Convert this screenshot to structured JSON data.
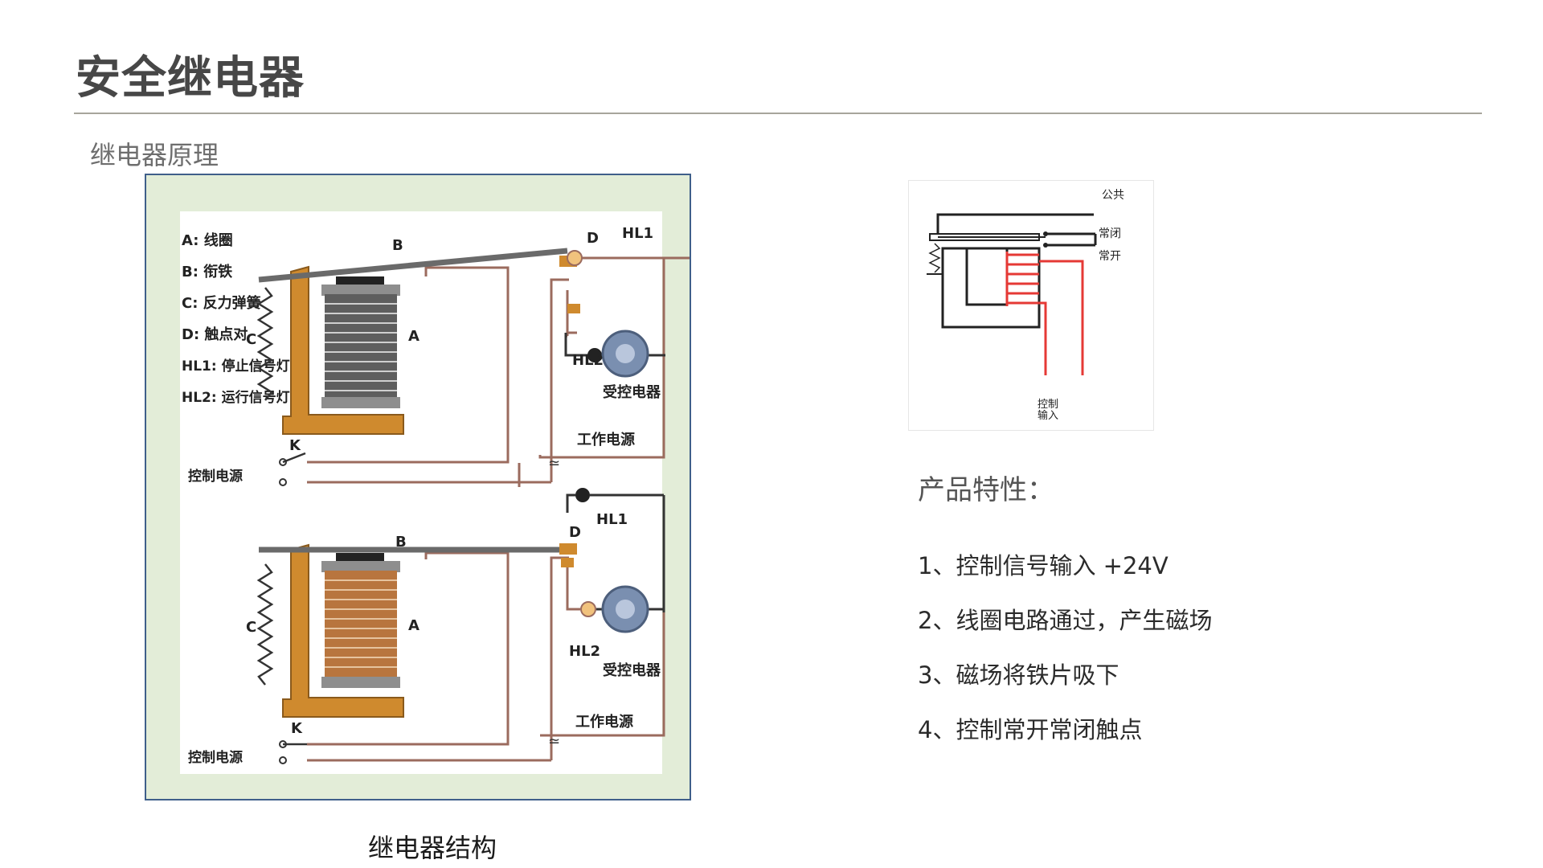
{
  "header": {
    "title": "安全继电器"
  },
  "section": {
    "subtitle": "继电器原理"
  },
  "structure_diagram": {
    "caption": "继电器结构",
    "legend": [
      "A: 线圈",
      "B: 衔铁",
      "C: 反力弹簧",
      "D: 触点对",
      "HL1: 停止信号灯",
      "HL2: 运行信号灯"
    ],
    "labels": {
      "a": "A",
      "b": "B",
      "c": "C",
      "d": "D",
      "k": "K",
      "hl1": "HL1",
      "hl2": "HL2",
      "load": "受控电器",
      "work_power": "工作电源",
      "control_power": "控制电源"
    },
    "colors": {
      "frame": "#cf8a2e",
      "coil_top": "#5e5e5e",
      "coil_bottom": "#b8753e",
      "wire": "#9b6b5e",
      "load": "#7a8fb0"
    }
  },
  "relay_icon": {
    "labels": {
      "common": "公共",
      "nc": "常闭",
      "no": "常开",
      "control_input_line1": "控制",
      "control_input_line2": "输入"
    },
    "colors": {
      "coil": "#e53935",
      "body": "#222222"
    }
  },
  "features": {
    "title": "产品特性：",
    "items": [
      "1、控制信号输入 +24V",
      "2、线圈电路通过，产生磁场",
      "3、磁场将铁片吸下",
      "4、控制常开常闭触点"
    ]
  }
}
